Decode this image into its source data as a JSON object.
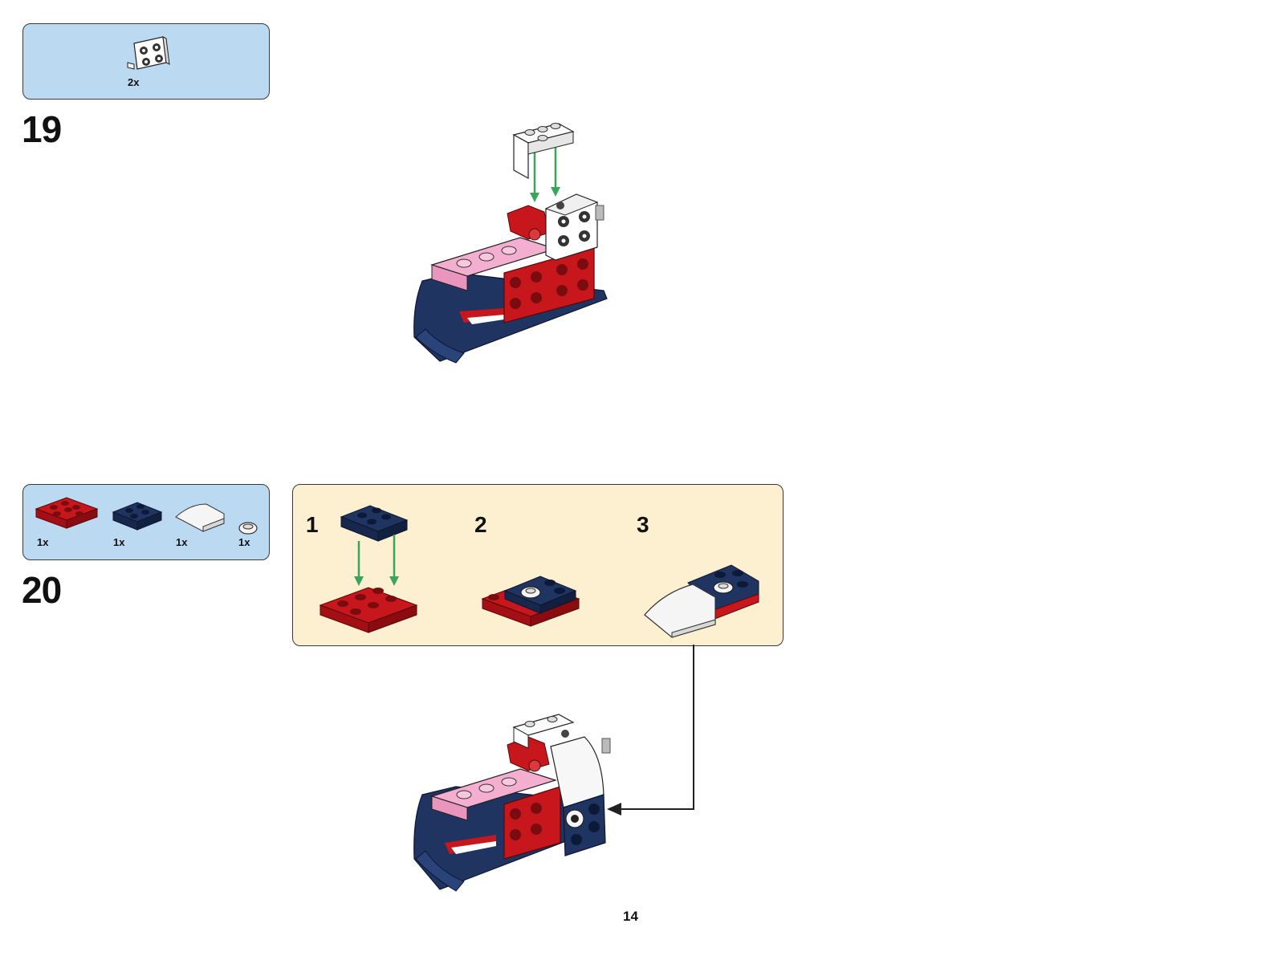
{
  "page_number": "14",
  "steps": [
    {
      "number": "19",
      "parts": [
        {
          "qty": "2x",
          "icon": "white-bracket-part-icon"
        }
      ]
    },
    {
      "number": "20",
      "parts": [
        {
          "qty": "1x",
          "icon": "red-plate-2x3-icon"
        },
        {
          "qty": "1x",
          "icon": "blue-plate-2x2-icon"
        },
        {
          "qty": "1x",
          "icon": "white-curved-slope-icon"
        },
        {
          "qty": "1x",
          "icon": "round-tile-icon"
        }
      ],
      "substeps": [
        "1",
        "2",
        "3"
      ]
    }
  ],
  "colors": {
    "parts_box": "#bcd9f2",
    "substep_box": "#fdf0d0",
    "red": "#c8161d",
    "dark_blue": "#1f3461",
    "pink": "#f3aed0",
    "arrow_green": "#3aa55a"
  }
}
